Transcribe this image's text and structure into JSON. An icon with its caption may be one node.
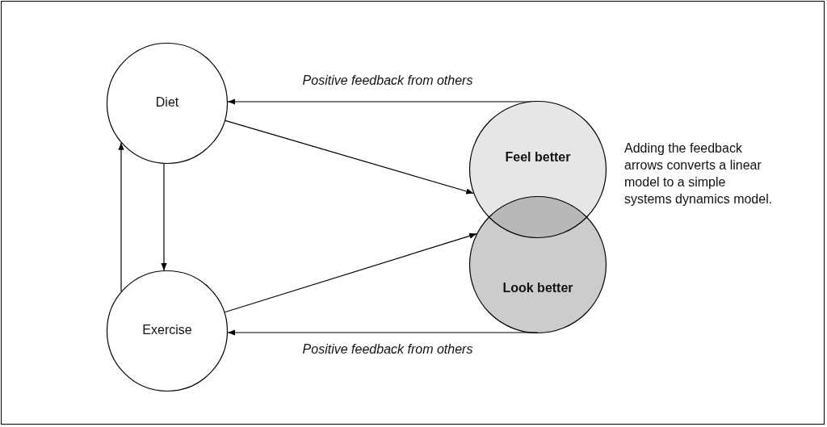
{
  "diagram": {
    "nodes": [
      {
        "text": [
          "Diet"
        ]
      },
      {
        "text": [
          "Feel better"
        ]
      },
      {
        "text": [
          "Look better"
        ]
      },
      {
        "text": [
          "Exercise"
        ]
      }
    ],
    "edges": [
      {
        "from": 1,
        "to": 0,
        "arrow": "to",
        "label": "Positive feedback from others"
      },
      {
        "from": 0,
        "to": 1,
        "arrow": "to"
      },
      {
        "from": 0,
        "to": 3,
        "arrow": "to"
      },
      {
        "from": 3,
        "to": 0,
        "arrow": "to"
      },
      {
        "from": 3,
        "to": 2,
        "arrow": "to"
      },
      {
        "from": 2,
        "to": 3,
        "arrow": "to",
        "label": "Positive feedback from others"
      }
    ],
    "labels": [
      "Adding the feedback arrows converts a linear model to a simple systems dynamics model."
    ]
  }
}
